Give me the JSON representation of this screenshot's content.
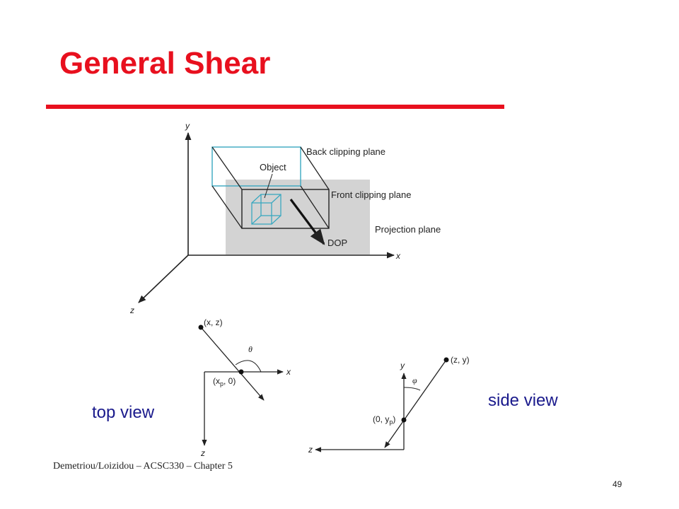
{
  "slide": {
    "title": "General Shear",
    "footer": "Demetriou/Loizidou – ACSC330 – Chapter 5",
    "page_number": "49"
  },
  "diagram": {
    "axis_y": "y",
    "axis_x": "x",
    "axis_z": "z",
    "back_clipping_plane": "Back clipping plane",
    "object": "Object",
    "front_clipping_plane": "Front clipping plane",
    "projection_plane": "Projection plane",
    "dop": "DOP"
  },
  "top_view": {
    "label": "top view",
    "point_xz": "(x, z)",
    "theta": "θ",
    "axis_x": "x",
    "axis_z": "z",
    "point_xp_pre": "(x",
    "point_xp_sub": "p",
    "point_xp_post": ", 0)"
  },
  "side_view": {
    "label": "side view",
    "point_zy": "(z, y)",
    "phi": "φ",
    "axis_y": "y",
    "axis_z": "z",
    "point_yp_pre": "(0, y",
    "point_yp_sub": "p",
    "point_yp_post": ")"
  },
  "colors": {
    "title": "#e8101e",
    "view_labels": "#1a1a8c",
    "clip_volume": "#3aa8c0",
    "projection_plane": "#d3d3d3"
  }
}
